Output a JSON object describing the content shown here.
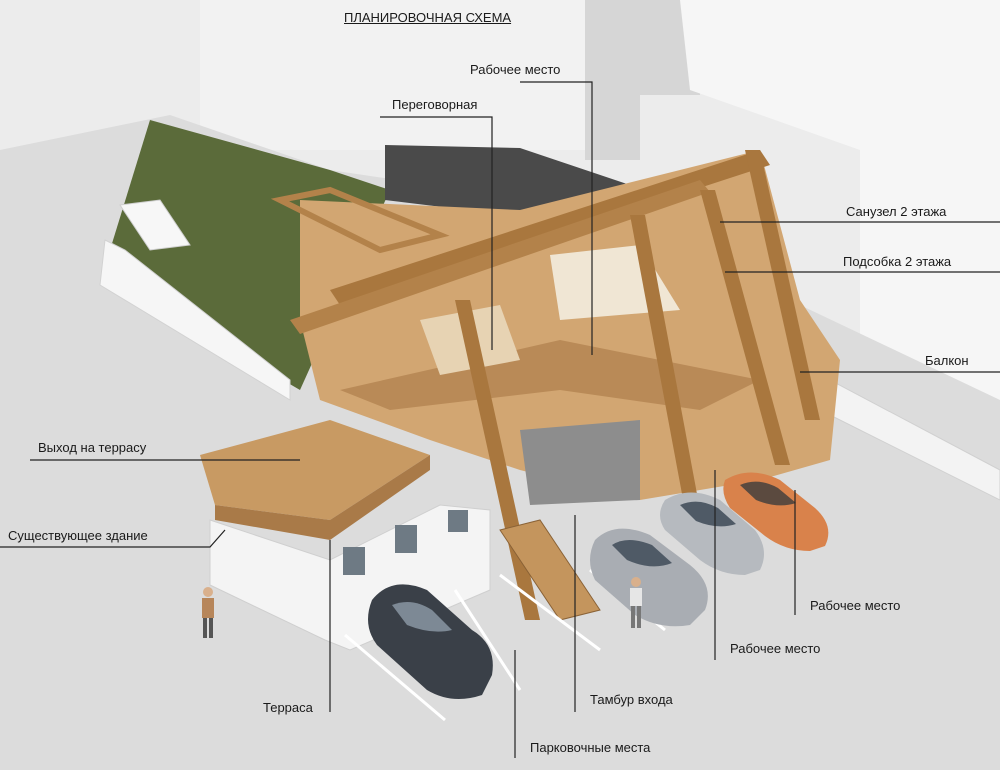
{
  "title": "ПЛАНИРОВОЧНАЯ СХЕМА",
  "labels": {
    "workplace_top": "Рабочее место",
    "meeting_room": "Переговорная",
    "bathroom_2": "Санузел 2 этажа",
    "utility_2": "Подсобка 2 этажа",
    "balcony": "Балкон",
    "terrace_exit": "Выход на террасу",
    "existing_building": "Существующее здание",
    "workplace_right": "Рабочее место",
    "workplace_bottom": "Рабочее место",
    "entrance_vestibule": "Тамбур входа",
    "terrace": "Терраса",
    "parking": "Парковочные места"
  },
  "colors": {
    "background": "#ececec",
    "grass": "#5b6b3a",
    "wood": "#c89a63",
    "wall": "#f4f4f4",
    "car_orange": "#d9824b",
    "car_grey": "#a9adb3",
    "car_dark": "#3a4048"
  }
}
